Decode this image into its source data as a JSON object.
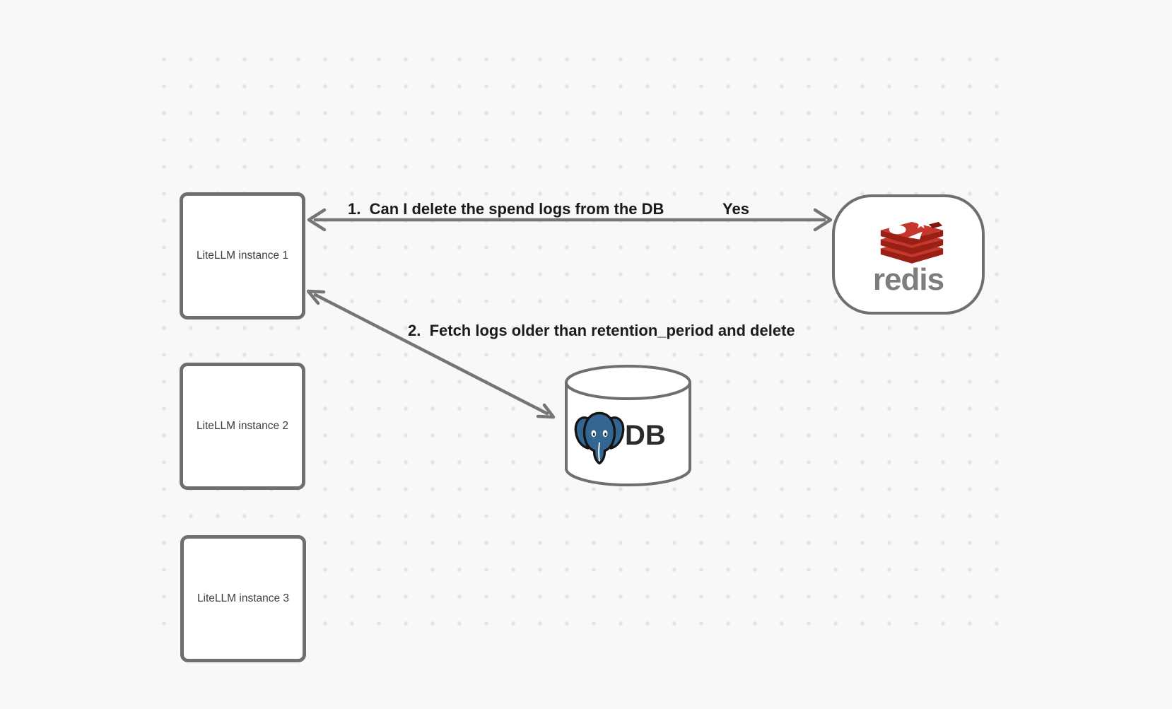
{
  "diagram": {
    "nodes": {
      "instance1": {
        "label": "LiteLLM instance 1"
      },
      "instance2": {
        "label": "LiteLLM instance 2"
      },
      "instance3": {
        "label": "LiteLLM instance 3"
      },
      "redis": {
        "wordmark": "redis",
        "icon": "redis-logo-icon"
      },
      "db": {
        "label": "DB",
        "icon": "postgresql-elephant-icon"
      }
    },
    "edges": {
      "edge1": {
        "label": "1.  Can I delete the spend logs from the DB",
        "answer": "Yes",
        "between": "LiteLLM instance 1 and redis",
        "style": "double-headed-arrow"
      },
      "edge2": {
        "label": "2.  Fetch logs older than retention_period and delete",
        "between": "LiteLLM instance 1 and DB",
        "style": "double-headed-arrow"
      }
    },
    "colors": {
      "background": "#f8f8f8",
      "grid_dot": "#e4e4e4",
      "shape_border": "#6f6f6f",
      "arrow": "#757575",
      "edge_label_text": "#1b1b1b",
      "node_text": "#3d3d3d",
      "redis_red": "#c6362c",
      "redis_dark_red": "#9a2015",
      "redis_wordmark_gray": "#7d7d7d",
      "postgres_blue": "#336791",
      "db_text": "#2b2b2b"
    }
  }
}
